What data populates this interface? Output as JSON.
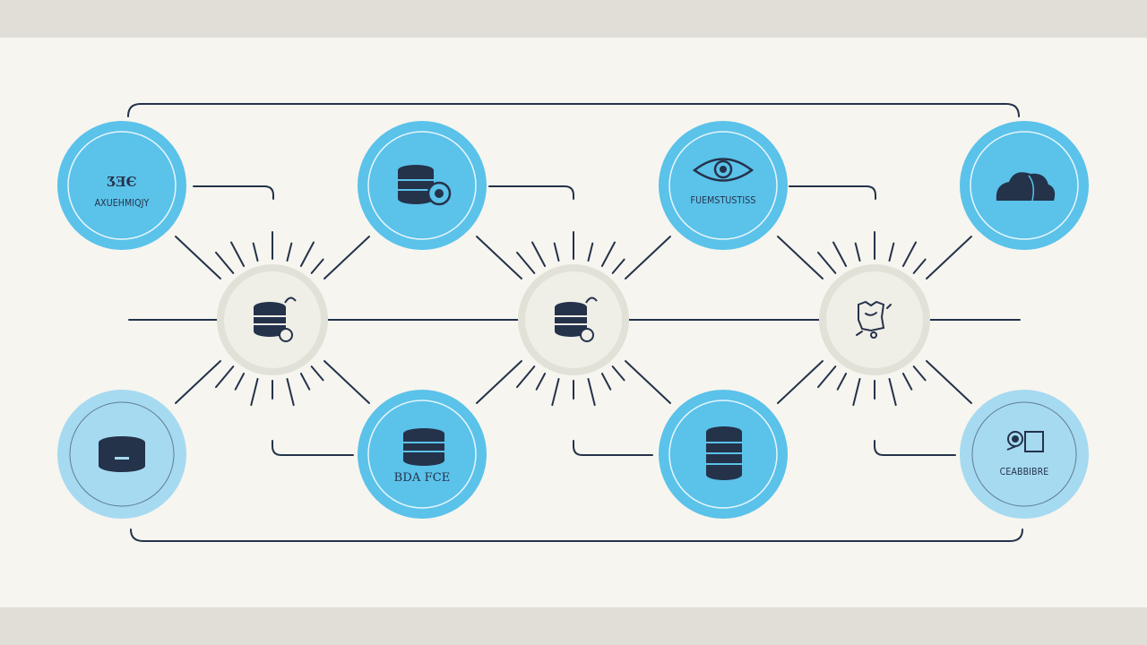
{
  "colors": {
    "background": "#f6f5ef",
    "band": "#e0ded6",
    "line": "#24324a",
    "node_blue": "#5bc2ea",
    "node_light_blue": "#a6daf1",
    "hub_fill": "#efeee7",
    "hub_ring": "#e2e1d8"
  },
  "nodes": {
    "top_1": {
      "icon": "network-text-icon",
      "label": "AXUEHMIQJY"
    },
    "top_2": {
      "icon": "database-gear-icon"
    },
    "top_3": {
      "icon": "eye-icon",
      "label": "FUEMSTUSTISS"
    },
    "top_4": {
      "icon": "cloud-icon"
    },
    "bottom_1": {
      "icon": "storage-disk-icon"
    },
    "bottom_2": {
      "icon": "database-icon",
      "label": "BDA FCE"
    },
    "bottom_3": {
      "icon": "database-stack-icon"
    },
    "bottom_4": {
      "icon": "camera-device-icon",
      "label": "CEABBIBRE"
    }
  },
  "hubs": {
    "hub_1": {
      "icon": "database-sync-icon"
    },
    "hub_2": {
      "icon": "database-sync-icon"
    },
    "hub_3": {
      "icon": "scroll-document-icon"
    }
  }
}
